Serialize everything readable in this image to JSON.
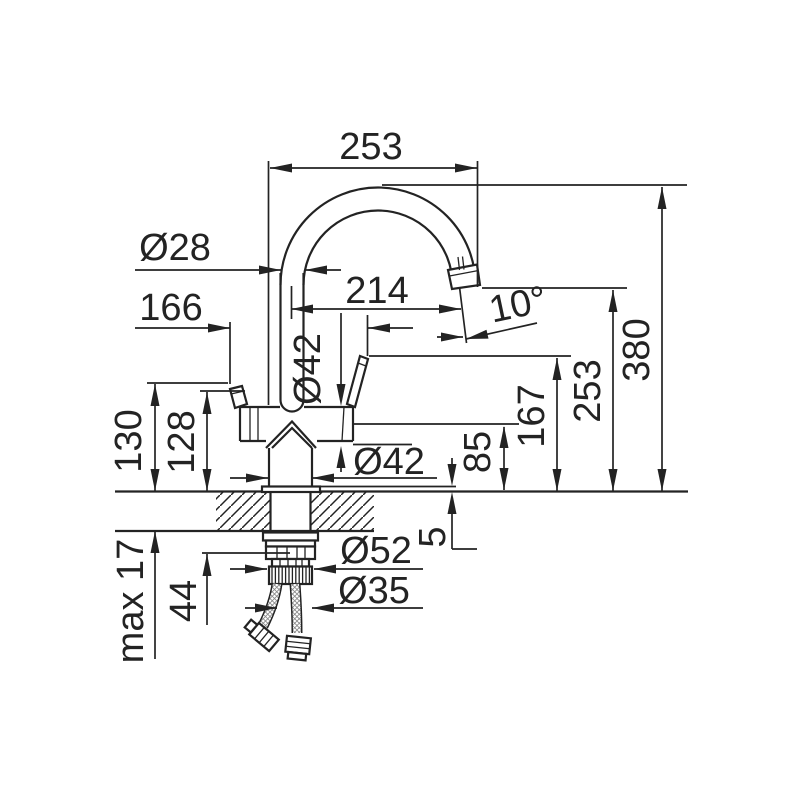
{
  "colors": {
    "line": "#232323",
    "background": "#ffffff"
  },
  "dimensions": {
    "spout_width": "253",
    "spout_tube_dia": "Ø28",
    "handles_span": "166",
    "spout_reach": "214",
    "spout_angle": "10°",
    "body_dia": "Ø42",
    "height_outer": "130",
    "height_inner": "128",
    "base_dia": "Ø42",
    "outlet_height": "85",
    "handle_height": "167",
    "spout_height": "253",
    "total_height": "380",
    "flange_height": "5",
    "nut_width": "Ø52",
    "hose_bundle_dia": "Ø35",
    "counter_thickness": "max 17",
    "shank_length": "44"
  }
}
